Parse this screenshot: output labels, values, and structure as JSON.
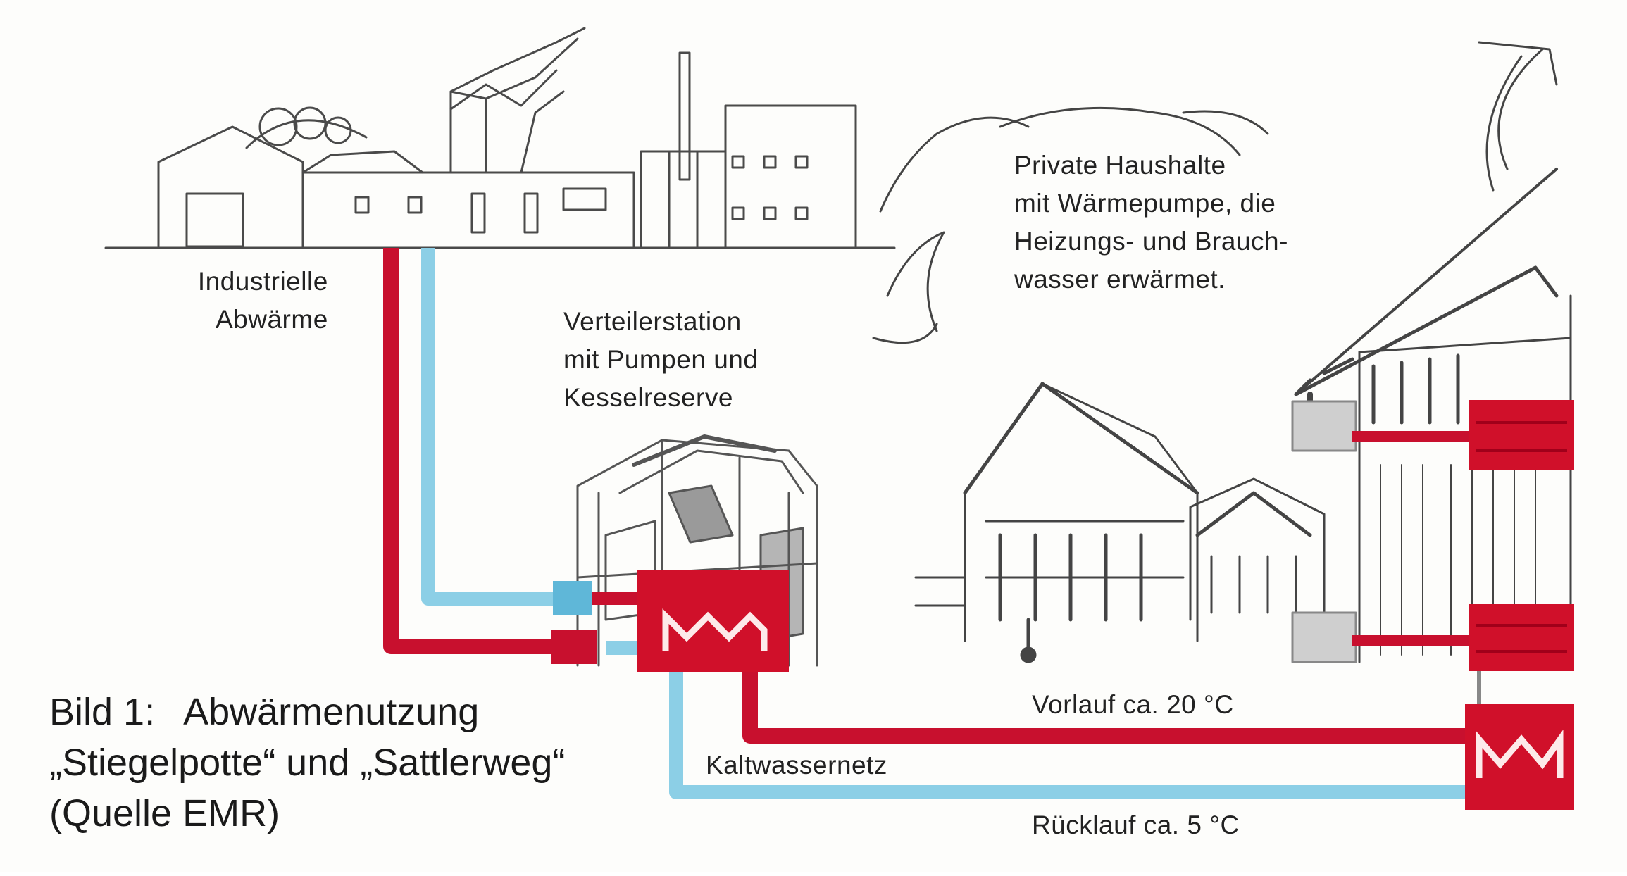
{
  "labels": {
    "industry": [
      "Industrielle",
      "Abwärme"
    ],
    "station": [
      "Verteilerstation",
      "mit Pumpen und",
      "Kesselreserve"
    ],
    "households": [
      "Private Haushalte",
      "mit Wärmepumpe, die",
      "Heizungs- und Brauch-",
      "wasser erwärmet."
    ],
    "supply": "Vorlauf ca. 20 °C",
    "network": "Kaltwassernetz",
    "return": "Rücklauf ca. 5 °C"
  },
  "caption": {
    "number": "Bild 1:",
    "title": "Abwärmenutzung",
    "line2": "„Stiegelpotte“ und „Sattlerweg“",
    "line3": "(Quelle EMR)"
  },
  "colors": {
    "hot_pipe": "#c8102e",
    "cold_pipe": "#8ccfe6",
    "sketch": "#4a4a4a",
    "box": "#d0102a"
  }
}
